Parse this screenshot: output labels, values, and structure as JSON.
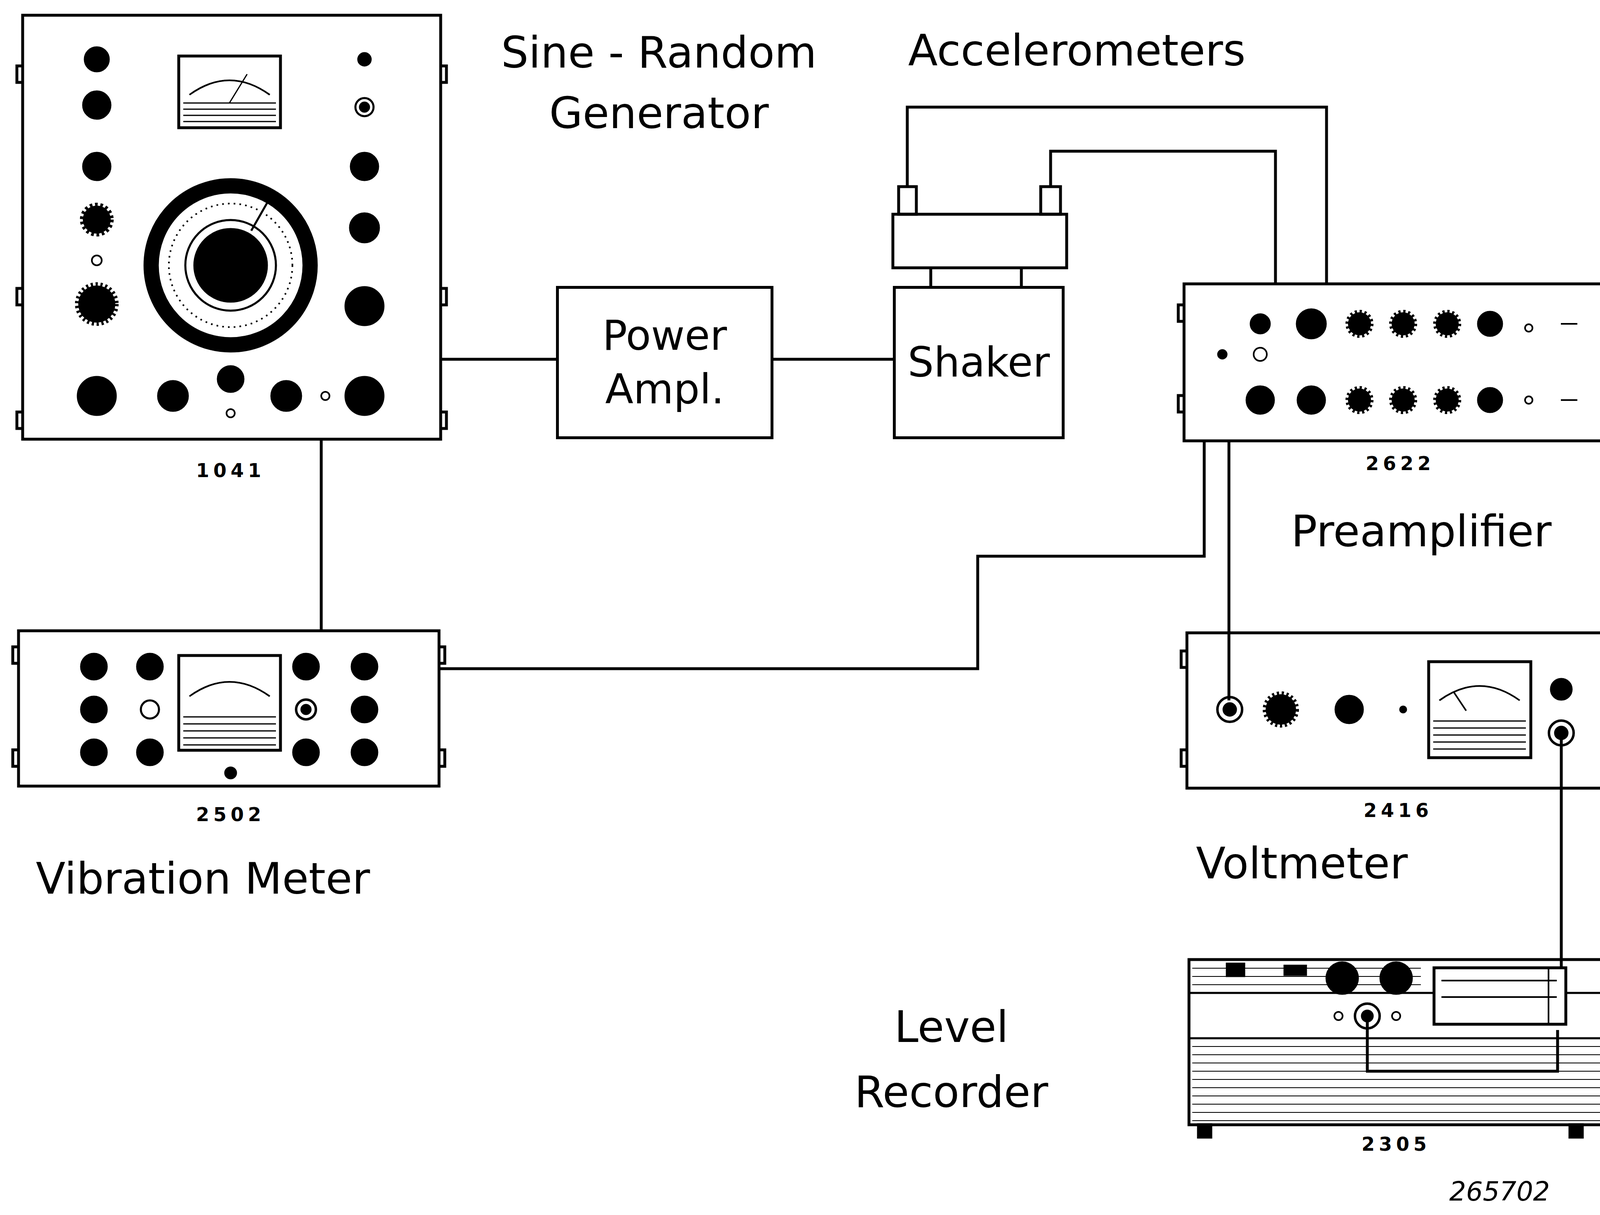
{
  "diagram": {
    "nodes": [
      {
        "text": [
          "Sine - Random Generator",
          "1041"
        ]
      },
      {
        "text": [
          "Accelerometers"
        ]
      },
      {
        "text": [
          "Power Ampl."
        ]
      },
      {
        "text": [
          "Shaker"
        ]
      },
      {
        "text": [
          "2622",
          "Preamplifier"
        ]
      },
      {
        "text": [
          "2502",
          "Vibration Meter"
        ]
      },
      {
        "text": [
          "2416",
          "Voltmeter"
        ]
      },
      {
        "text": [
          "Level Recorder",
          "2305"
        ]
      }
    ],
    "edges": [
      {
        "from": 0,
        "to": 2,
        "arrow": "none"
      },
      {
        "from": 2,
        "to": 3,
        "arrow": "none"
      },
      {
        "from": 1,
        "to": 4,
        "arrow": "none"
      },
      {
        "from": 1,
        "to": 4,
        "arrow": "none"
      },
      {
        "from": 0,
        "to": 5,
        "arrow": "none"
      },
      {
        "from": 5,
        "to": 4,
        "arrow": "none"
      },
      {
        "from": 4,
        "to": 6,
        "arrow": "none"
      },
      {
        "from": 6,
        "to": 7,
        "arrow": "none"
      }
    ],
    "labels": [
      "265702"
    ]
  }
}
